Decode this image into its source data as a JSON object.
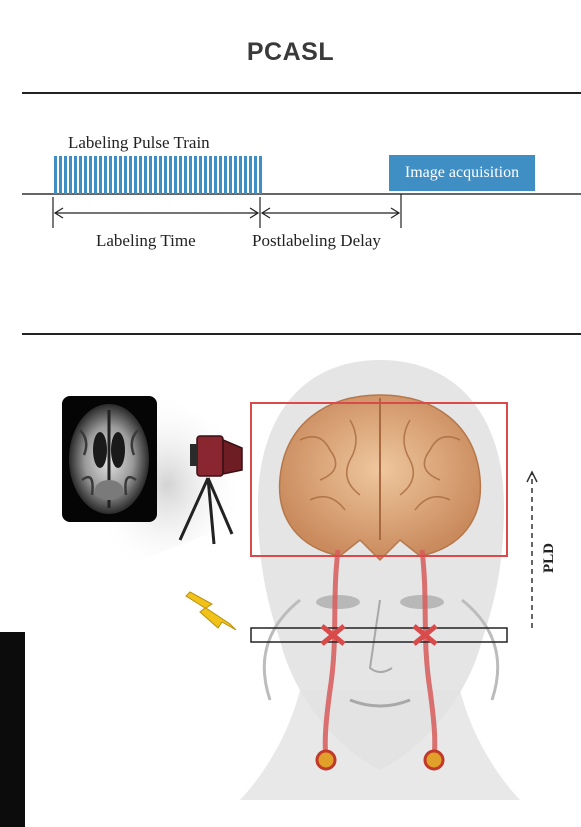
{
  "title": "PCASL",
  "timing_diagram": {
    "pulse_train_label": "Labeling Pulse Train",
    "acquisition_label": "Image acquisition",
    "labeling_time_label": "Labeling Time",
    "delay_label": "Postlabeling Delay",
    "pulse_color": "#3f8fc4"
  },
  "illustration": {
    "pld_label": "PLD",
    "roi_color": "#d94a4a"
  }
}
